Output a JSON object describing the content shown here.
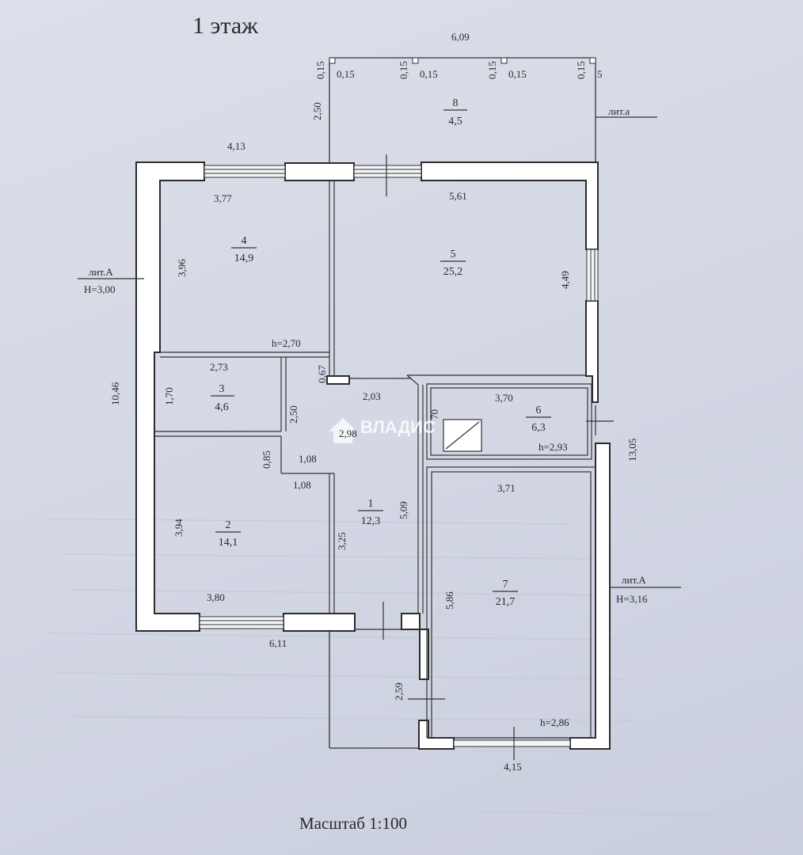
{
  "title": "1 этаж",
  "scale": "Масштаб 1:100",
  "watermark": "ВЛАДИС",
  "rooms": [
    {
      "num": "1",
      "area": "12,3"
    },
    {
      "num": "2",
      "area": "14,1"
    },
    {
      "num": "3",
      "area": "4,6"
    },
    {
      "num": "4",
      "area": "14,9"
    },
    {
      "num": "5",
      "area": "25,2"
    },
    {
      "num": "6",
      "area": "6,3"
    },
    {
      "num": "7",
      "area": "21,7"
    },
    {
      "num": "8",
      "area": "4,5"
    }
  ],
  "liters": {
    "left": {
      "name": "лит.А",
      "height": "Н=3,00"
    },
    "right": {
      "name": "лит.А",
      "height": "Н=3,16"
    },
    "veranda": "лит.а"
  },
  "heights": {
    "room4": "h=2,70",
    "room6": "h=2,93",
    "room7": "h=2,86"
  },
  "dims": {
    "top_total": "6,09",
    "veranda_depth": "2,50",
    "post_size": "0,15",
    "post_size_short": "5",
    "upper_outer": "4,13",
    "room4_width": "3,77",
    "room5_width": "5,61",
    "room4_depth": "3,96",
    "room5_depth": "4,49",
    "left_total": "10,46",
    "right_total": "13,05",
    "room3_width": "2,73",
    "room3_depth": "1,70",
    "hall_wall": "0,67",
    "hall_upper": "2,03",
    "hall_mid": "2,50",
    "hall_width": "2,98",
    "room6_width": "3,70",
    "room6_depth": "70",
    "step_a": "0,85",
    "step_b": "1,08",
    "step_c": "1,08",
    "hall_depth": "5,09",
    "hall_lower": "3,25",
    "room2_depth": "3,94",
    "room2_width": "3,80",
    "room7_width": "3,71",
    "room7_depth": "5,86",
    "lower_outer": "6,11",
    "porch_depth": "2,59",
    "bottom_right": "4,15"
  }
}
